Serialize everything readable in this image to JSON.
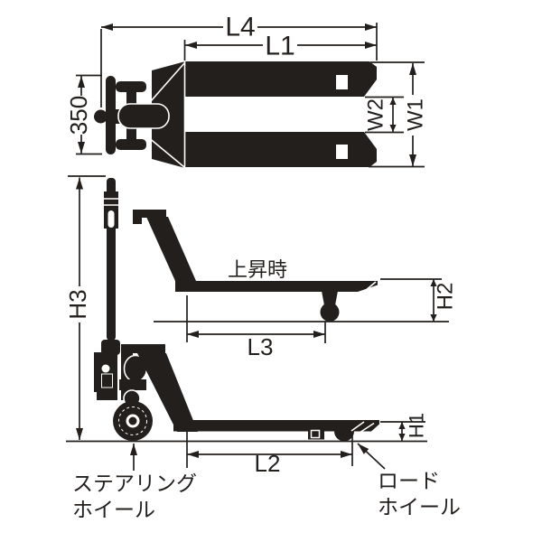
{
  "colors": {
    "ink": "#231f1d",
    "background": "#ffffff"
  },
  "views": {
    "top": {
      "dims": {
        "overall_length": "L4",
        "fork_length": "L1",
        "handle_width": "350",
        "fork_inner_width": "W2",
        "fork_overall_width": "W1"
      }
    },
    "side_raised": {
      "note": "上昇時",
      "dims": {
        "wheelbase_raised": "L3",
        "raised_height": "H2"
      }
    },
    "side_lowered": {
      "dims": {
        "handle_height": "H3",
        "lowered_height": "H1",
        "wheelbase_lowered": "L2"
      },
      "callouts": {
        "steering_wheel": [
          "ステアリング",
          "ホイール"
        ],
        "load_wheel": [
          "ロード",
          "ホイール"
        ]
      }
    }
  }
}
